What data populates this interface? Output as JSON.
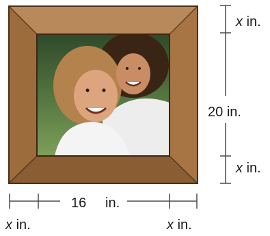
{
  "figure": {
    "frame_colors": {
      "outer_edge": "#4a3018",
      "bevel_top": "#b8895a",
      "bevel_bottom": "#8a5e32",
      "bevel_left": "#9c6c3c",
      "bevel_right": "#a77544",
      "inner_edge": "#3b2612",
      "photo_bg": "#4d6e3c",
      "shirt": "#ededed",
      "skin": "#d9a27a",
      "hair_mother": "#b3824d",
      "hair_daughter": "#3a2414"
    },
    "photo_subject": "smiling mother and daughter"
  },
  "dimensions": {
    "top_margin": {
      "var": "x",
      "unit": "in."
    },
    "height": {
      "value": "20",
      "unit": "in."
    },
    "bottom_margin": {
      "var": "x",
      "unit": "in."
    },
    "width": {
      "value": "16",
      "unit": "in."
    },
    "left_margin": {
      "var": "x",
      "unit": "in."
    },
    "right_margin": {
      "var": "x",
      "unit": "in."
    }
  }
}
